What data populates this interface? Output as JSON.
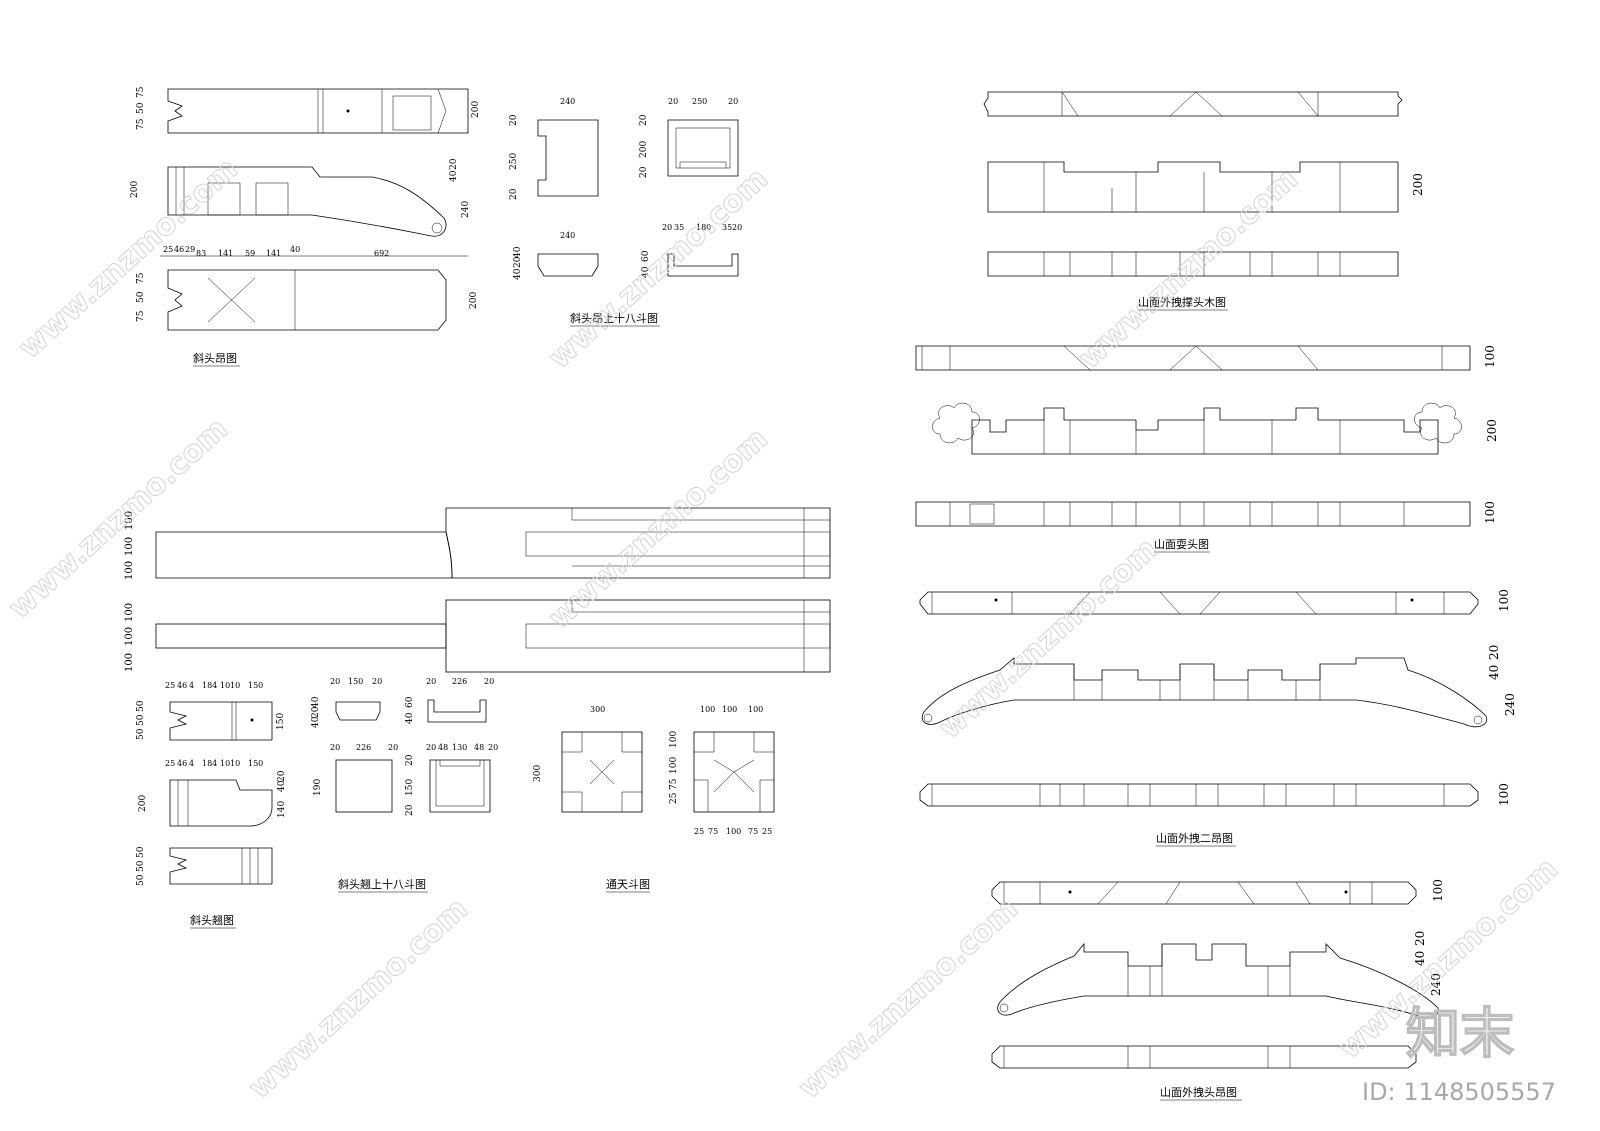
{
  "titles": {
    "xietou_ang": "斜头昂图",
    "ang_doushang": "斜头昂上十八斗图",
    "shanmian_cheng": "山面外拽撑头木图",
    "shanmian_mashua": "山面耍头图",
    "shanmian_erang": "山面外拽二昂图",
    "xietou_qiao": "斜头翘图",
    "qiao_doushang": "斜头翘上十八斗图",
    "tongtian_dou": "通天斗图",
    "shanmian_toang": "山面外拽头昂图"
  },
  "dims_ang_left": [
    "75",
    "50",
    "75"
  ],
  "dims_ang_right": "200",
  "dims_ang_mid_left": "200",
  "dims_ang_mid_right": [
    "40",
    "20",
    "240"
  ],
  "dims_ang_row": [
    "25",
    "46",
    "29",
    "83",
    "141",
    "59",
    "141",
    "40",
    "692"
  ],
  "dims_ang_bottom_left": [
    "75",
    "50",
    "75"
  ],
  "dims_ang_bottom_right": "200",
  "dou18": {
    "a_top": "240",
    "a_left": [
      "20",
      "250",
      "20"
    ],
    "b_top": [
      "20",
      "250",
      "20"
    ],
    "b_left": [
      "20",
      "200",
      "20"
    ],
    "c_top": "240",
    "c_left": [
      "40",
      "20",
      "40"
    ],
    "d_top": [
      "20",
      "35",
      "180",
      "35",
      "20"
    ],
    "d_left": [
      "40",
      "60"
    ]
  },
  "dims_cheng_right": "200",
  "dims_shua": [
    "100",
    "200",
    "100"
  ],
  "dims_erang": [
    "100",
    "40",
    "20",
    "240",
    "100"
  ],
  "dims_toang": [
    "100",
    "40",
    "20",
    "240"
  ],
  "dims_long_left": [
    "100",
    "100",
    "100"
  ],
  "qiao": {
    "row1": [
      "25",
      "46",
      "4",
      "184",
      "10",
      "10",
      "150"
    ],
    "left1": [
      "50",
      "50",
      "50"
    ],
    "right1": "150",
    "row2": [
      "25",
      "46",
      "4",
      "184",
      "10",
      "10",
      "150"
    ],
    "left2": "200",
    "right2": [
      "40",
      "20",
      "140"
    ],
    "left3": [
      "50",
      "50",
      "50"
    ]
  },
  "qdou": {
    "a_top": [
      "20",
      "150",
      "20"
    ],
    "a_left": [
      "40",
      "20",
      "40"
    ],
    "b_top": [
      "20",
      "226",
      "20"
    ],
    "b_left": [
      "40",
      "60"
    ],
    "c_top": [
      "20",
      "226",
      "20"
    ],
    "c_left": "190",
    "d_top": [
      "20",
      "48",
      "130",
      "48",
      "20"
    ],
    "d_left": [
      "20",
      "150",
      "20"
    ]
  },
  "tongtian": {
    "a_top": "300",
    "a_left": "300",
    "b_top": [
      "100",
      "100",
      "100"
    ],
    "b_left": [
      "100",
      "100",
      "25",
      "75"
    ],
    "b_bottom": [
      "25",
      "75",
      "100",
      "75",
      "25"
    ]
  },
  "watermark": "www.znzmo.com",
  "brand": "知末",
  "id_label": "ID: 1148505557"
}
